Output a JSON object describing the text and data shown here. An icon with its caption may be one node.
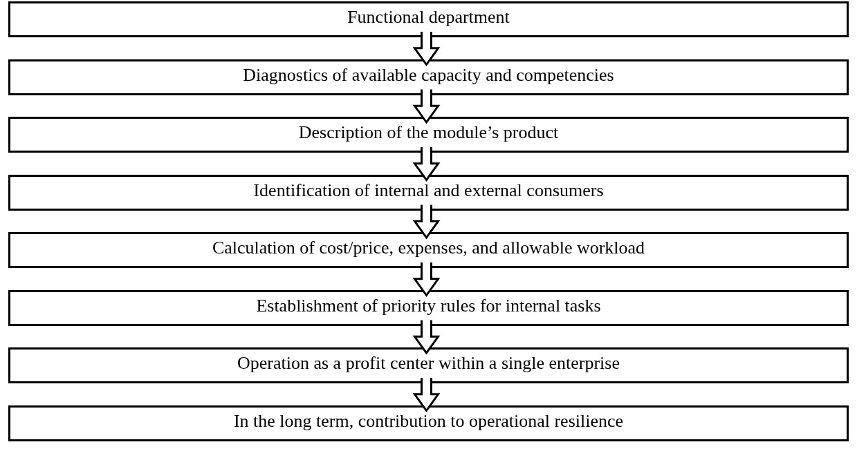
{
  "diagram": {
    "nodes": [
      {
        "text": [
          "Functional department"
        ]
      },
      {
        "text": [
          "Diagnostics of available capacity and competencies"
        ]
      },
      {
        "text": [
          "Description of the module’s product"
        ]
      },
      {
        "text": [
          "Identification of internal and external consumers"
        ]
      },
      {
        "text": [
          "Calculation of cost/price, expenses, and allowable workload"
        ]
      },
      {
        "text": [
          "Establishment of priority rules for internal tasks"
        ]
      },
      {
        "text": [
          "Operation as a profit center within a single enterprise"
        ]
      },
      {
        "text": [
          "In the long term, contribution to operational resilience"
        ]
      }
    ],
    "edges": [
      {
        "from": 0,
        "to": 1,
        "arrow": "to"
      },
      {
        "from": 1,
        "to": 2,
        "arrow": "to"
      },
      {
        "from": 2,
        "to": 3,
        "arrow": "to"
      },
      {
        "from": 3,
        "to": 4,
        "arrow": "to"
      },
      {
        "from": 4,
        "to": 5,
        "arrow": "to"
      },
      {
        "from": 5,
        "to": 6,
        "arrow": "to"
      },
      {
        "from": 6,
        "to": 7,
        "arrow": "to"
      }
    ]
  }
}
